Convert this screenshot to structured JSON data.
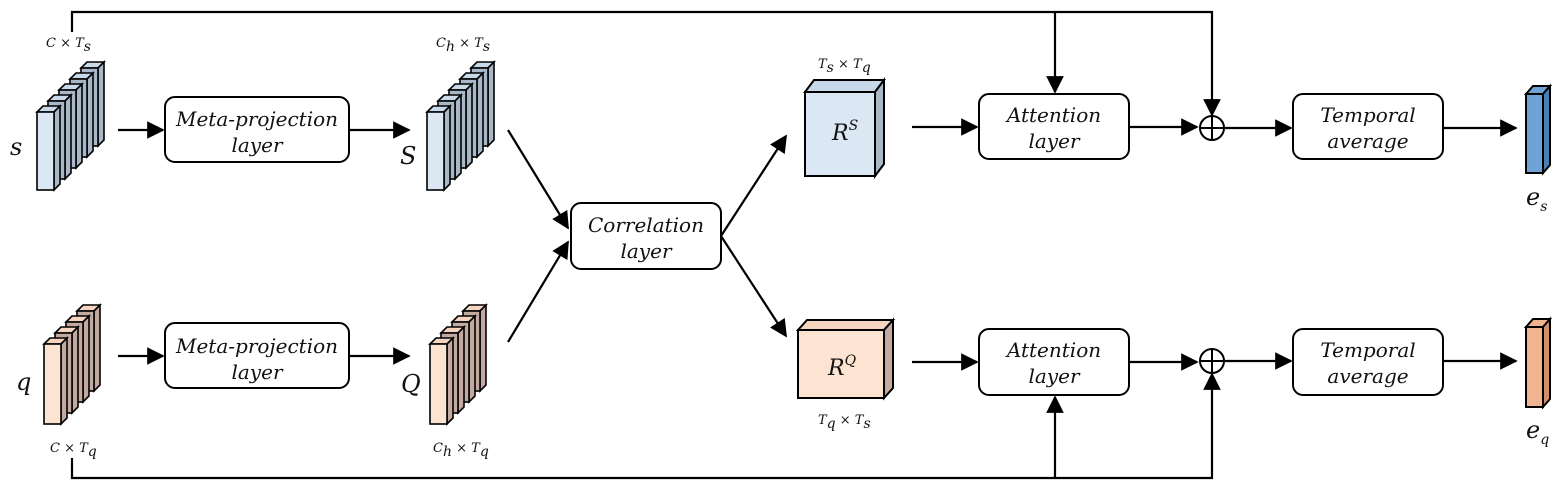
{
  "inputs": {
    "support_symbol": "s",
    "query_symbol": "q",
    "support_dim": "C × T_s",
    "query_dim": "C × T_q"
  },
  "projected": {
    "support_symbol": "S",
    "query_symbol": "Q",
    "support_dim": "C_h × T_s",
    "query_dim": "C_h × T_q"
  },
  "boxes": {
    "meta_projection_line1": "Meta-projection",
    "meta_projection_line2": "layer",
    "correlation_line1": "Correlation",
    "correlation_line2": "layer",
    "attention_line1": "Attention",
    "attention_line2": "layer",
    "temporal_line1": "Temporal",
    "temporal_line2": "average"
  },
  "correlation_maps": {
    "support_base": "R",
    "support_sup": "S",
    "support_dim": "T_s × T_q",
    "query_base": "R",
    "query_sup": "Q",
    "query_dim": "T_q × T_s"
  },
  "outputs": {
    "support_base": "e",
    "support_sub": "s",
    "query_base": "e",
    "query_sub": "q"
  },
  "colors": {
    "support_front": "#dbe8f4",
    "support_side": "#a8b8c8",
    "support_top": "#c8daea",
    "query_front": "#fde4d2",
    "query_side": "#c2aaa0",
    "query_top": "#f5d5c0",
    "support_output": "#6fa3d8",
    "query_output": "#f2b48e"
  }
}
